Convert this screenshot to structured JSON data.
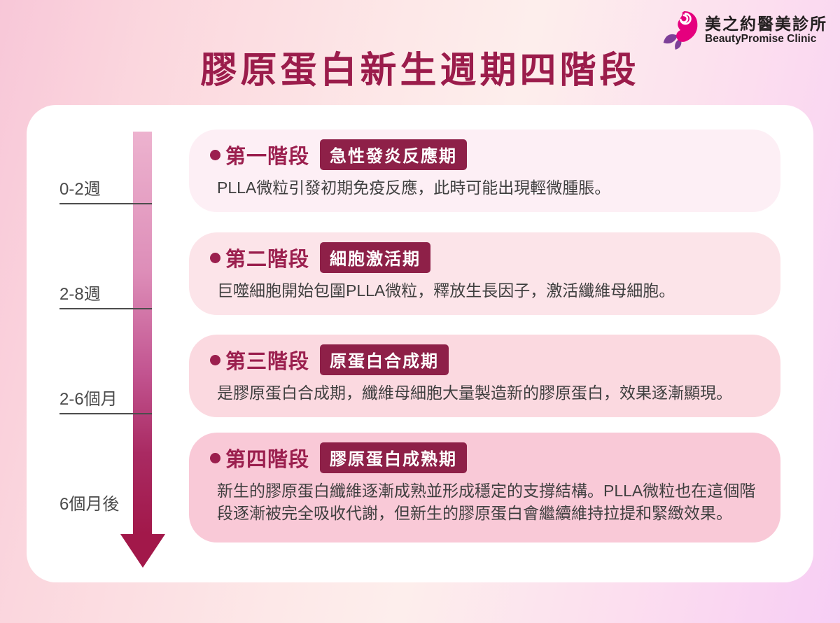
{
  "brand": {
    "name_zh": "美之約醫美診所",
    "name_en": "BeautyPromise Clinic",
    "logo_icon": "rose-face-icon"
  },
  "title": "膠原蛋白新生週期四階段",
  "colors": {
    "accent": "#9b1c4b",
    "badge_bg": "#8e2048",
    "bullet": "#9b1f4e",
    "arrow_gradient_start": "#edb3cf",
    "arrow_gradient_end": "#a2184a",
    "timeline_text": "#4a4a4a",
    "body_text": "#3f3f3f",
    "card_bg": "#ffffff",
    "stage_bg": [
      "#fdeff5",
      "#fce4e9",
      "#fbd9e0",
      "#f9c9d7"
    ],
    "logo_magenta": "#e5007e",
    "logo_purple": "#7d3f98"
  },
  "timeline": {
    "labels": [
      {
        "text": "0-2週",
        "tick": true
      },
      {
        "text": "2-8週",
        "tick": true
      },
      {
        "text": "2-6個月",
        "tick": true
      },
      {
        "text": "6個月後",
        "tick": false
      }
    ]
  },
  "stages": [
    {
      "title": "第一階段",
      "badge": "急性發炎反應期",
      "body": "PLLA微粒引發初期免疫反應，此時可能出現輕微腫脹。"
    },
    {
      "title": "第二階段",
      "badge": "細胞激活期",
      "body": "巨噬細胞開始包圍PLLA微粒，釋放生長因子，激活纖維母細胞。"
    },
    {
      "title": "第三階段",
      "badge": "原蛋白合成期",
      "body": "是膠原蛋白合成期，纖維母細胞大量製造新的膠原蛋白，效果逐漸顯現。"
    },
    {
      "title": "第四階段",
      "badge": "膠原蛋白成熟期",
      "body": "新生的膠原蛋白纖維逐漸成熟並形成穩定的支撐結構。PLLA微粒也在這個階段逐漸被完全吸收代謝，但新生的膠原蛋白會繼續維持拉提和緊緻效果。"
    }
  ]
}
